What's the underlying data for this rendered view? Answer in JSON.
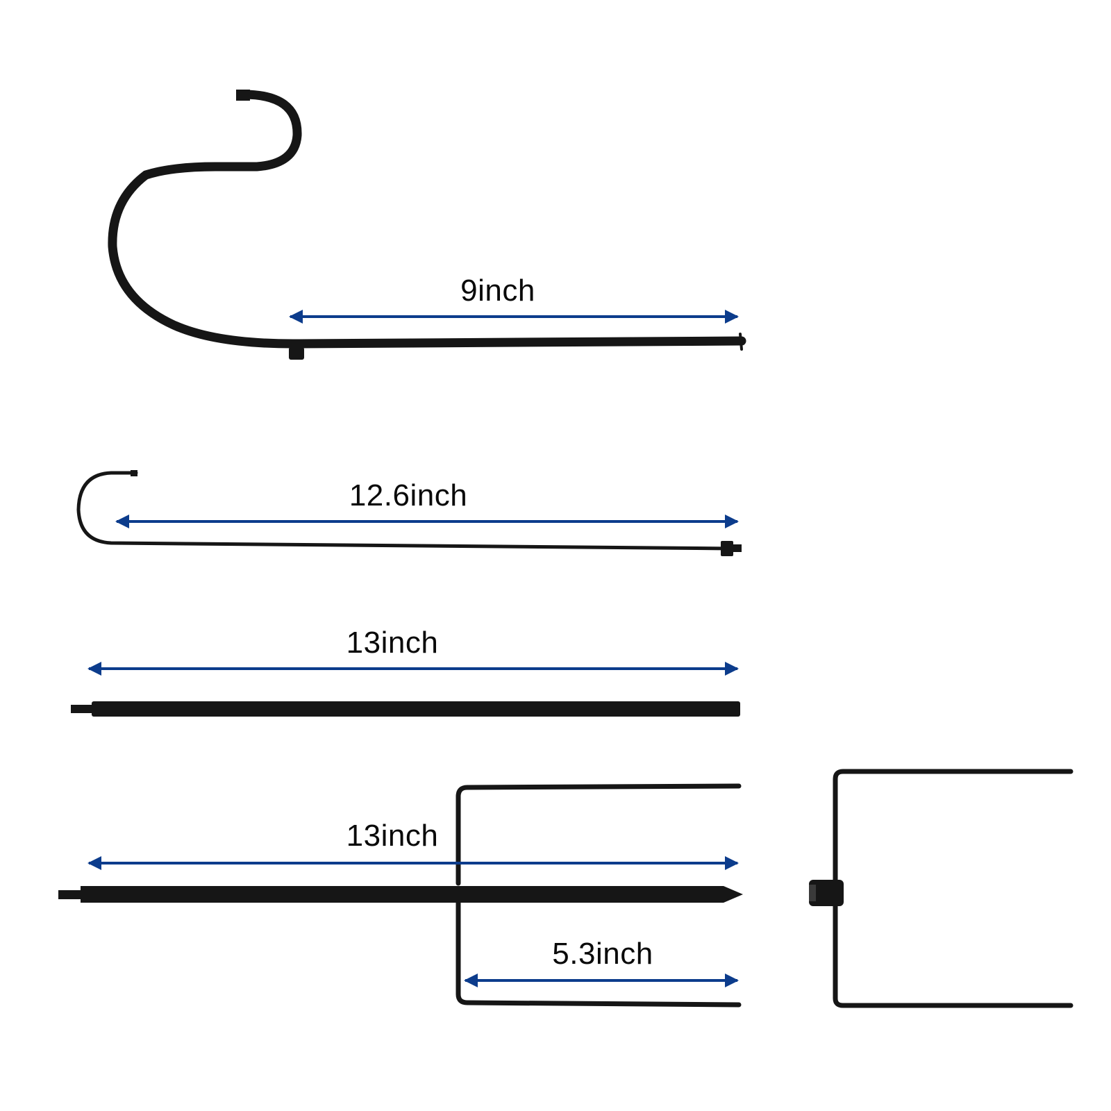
{
  "colors": {
    "background": "#ffffff",
    "rod": "#161616",
    "arrow": "#0c3c8c",
    "text": "#0a0a0a"
  },
  "parts": [
    {
      "part": "s-hook-top-arm",
      "dimension_label": "9inch"
    },
    {
      "part": "j-hook-arm",
      "dimension_label": "12.6inch"
    },
    {
      "part": "straight-pole",
      "dimension_label": "13inch"
    },
    {
      "part": "ground-spike-with-fork",
      "dimension_label": "13inch",
      "fork_dimension_label": "5.3inch"
    },
    {
      "part": "fork-stake-side-view"
    }
  ]
}
